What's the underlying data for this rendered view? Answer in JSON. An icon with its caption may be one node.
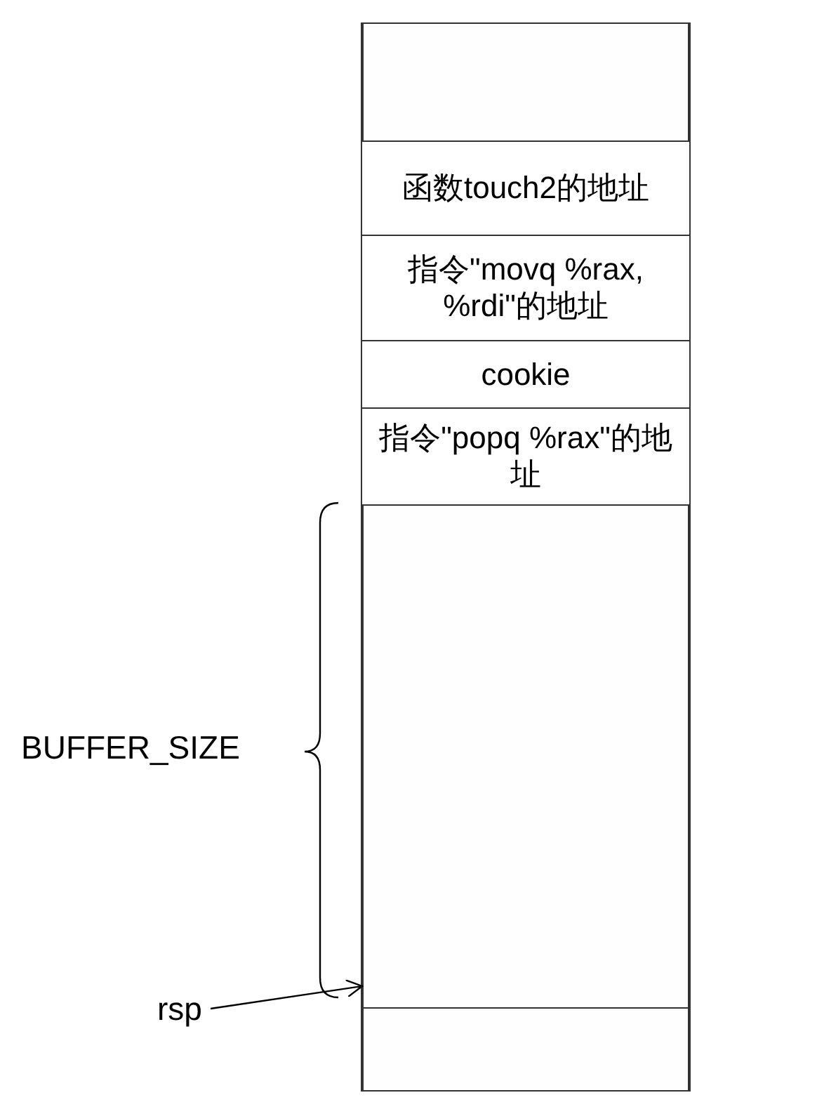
{
  "diagram": {
    "nodes": [
      {
        "text": [],
        "shape": "box"
      },
      {
        "text": [],
        "shape": "box",
        "in": 0
      },
      {
        "text": [
          "函数touch2的地址"
        ],
        "in": 0
      },
      {
        "text": [
          "指令\"movq %rax, %rdi\"的地址"
        ],
        "in": 0
      },
      {
        "text": [
          "cookie"
        ],
        "in": 0
      },
      {
        "text": [
          "指令\"popq %rax\"的地址"
        ],
        "in": 0
      },
      {
        "text": [],
        "shape": "box",
        "in": 0
      },
      {
        "text": [],
        "shape": "box",
        "in": 0
      },
      {
        "text": [
          "rsp"
        ]
      }
    ],
    "edges": [
      {
        "from": 8,
        "to": 6,
        "arrow": "to"
      }
    ],
    "labels": [
      "BUFFER_SIZE"
    ]
  }
}
